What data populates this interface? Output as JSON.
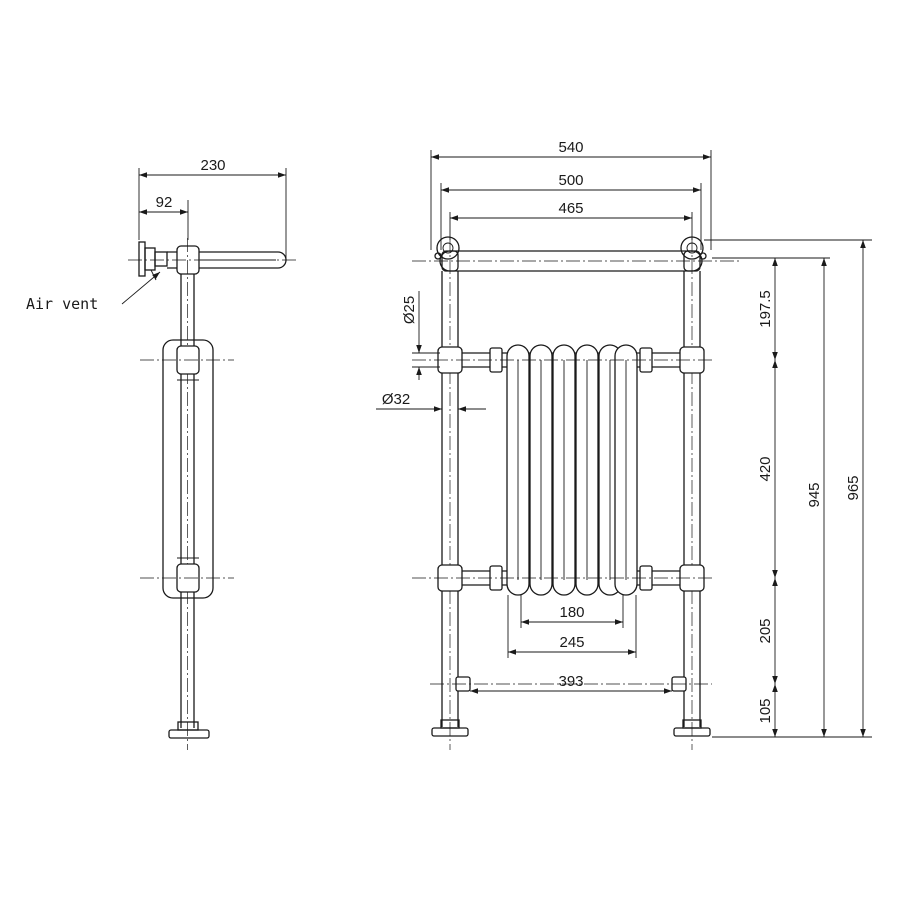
{
  "drawing": {
    "side_view": {
      "dim_overall_depth": "230",
      "dim_wall_offset": "92",
      "callout_air_vent": "Air vent"
    },
    "front_view": {
      "dim_width_overall": "540",
      "dim_width_rail": "500",
      "dim_width_centres": "465",
      "dim_rail_gap": "197.5",
      "dim_radiator_height": "420",
      "dim_lower_gap": "205",
      "dim_valve_height": "105",
      "dim_height_945": "945",
      "dim_height_965": "965",
      "dim_pipe_small": "Ø25",
      "dim_pipe_large": "Ø32",
      "dim_radiator_inner": "180",
      "dim_radiator_outer": "245",
      "dim_valve_centres": "393"
    }
  }
}
